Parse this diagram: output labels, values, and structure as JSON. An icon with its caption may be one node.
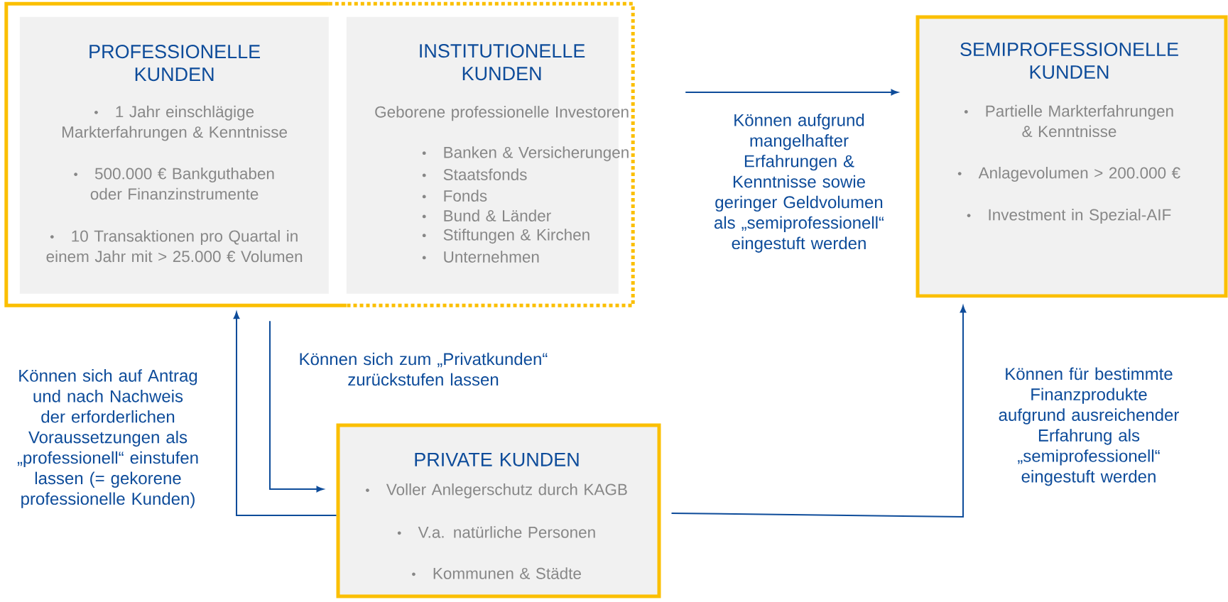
{
  "diagram": {
    "nodes": [
      {
        "text": [],
        "shape": "box"
      },
      {
        "text": [
          "PROFESSIONELLE KUNDEN",
          "1 Jahr einschlägige Markterfahrungen & Kenntnisse",
          "500.000 € Bankguthaben oder Finanzinstrumente",
          "10 Transaktionen pro Quartal in einem Jahr mit > 25.000 € Volumen"
        ],
        "in": 0
      },
      {
        "text": [
          "INSTITUTIONELLE KUNDEN",
          "Geborene professionelle Investoren",
          "Banken & Versicherungen",
          "Staatsfonds",
          "Fonds",
          "Bund & Länder",
          "Stiftungen & Kirchen",
          "Unternehmen"
        ],
        "in": 0
      },
      {
        "text": [
          "SEMIPROFESSIONELLE KUNDEN",
          "Partielle Markterfahrungen & Kenntnisse",
          "Anlagevolumen > 200.000 €",
          "Investment in Spezial-AIF"
        ]
      },
      {
        "text": [
          "PRIVATE KUNDEN",
          "Voller Anlegerschutz durch KAGB",
          "V.a. natürliche Personen",
          "Kommunen & Städte"
        ]
      }
    ],
    "edges": [
      {
        "from": 0,
        "to": 3,
        "arrow": "to",
        "label": "Können aufgrund mangelhafter Erfahrungen & Kenntnisse sowie geringer Geldvolumen als „semiprofessionell“ eingestuft werden"
      },
      {
        "from": 0,
        "to": 4,
        "arrow": "to",
        "label": "Können sich zum „Privatkunden“ zurückstufen lassen"
      },
      {
        "from": 4,
        "to": 0,
        "arrow": "to",
        "label": "Können sich auf Antrag und nach Nachweis der erforderlichen Voraussetzungen als „professionell“ einstufen lassen (= gekorene professionelle Kunden)"
      },
      {
        "from": 4,
        "to": 3,
        "arrow": "to",
        "label": "Können für bestimmte Finanzprodukte aufgrund ausreichender Erfahrung als „semiprofessionell“ eingestuft werden"
      }
    ]
  }
}
